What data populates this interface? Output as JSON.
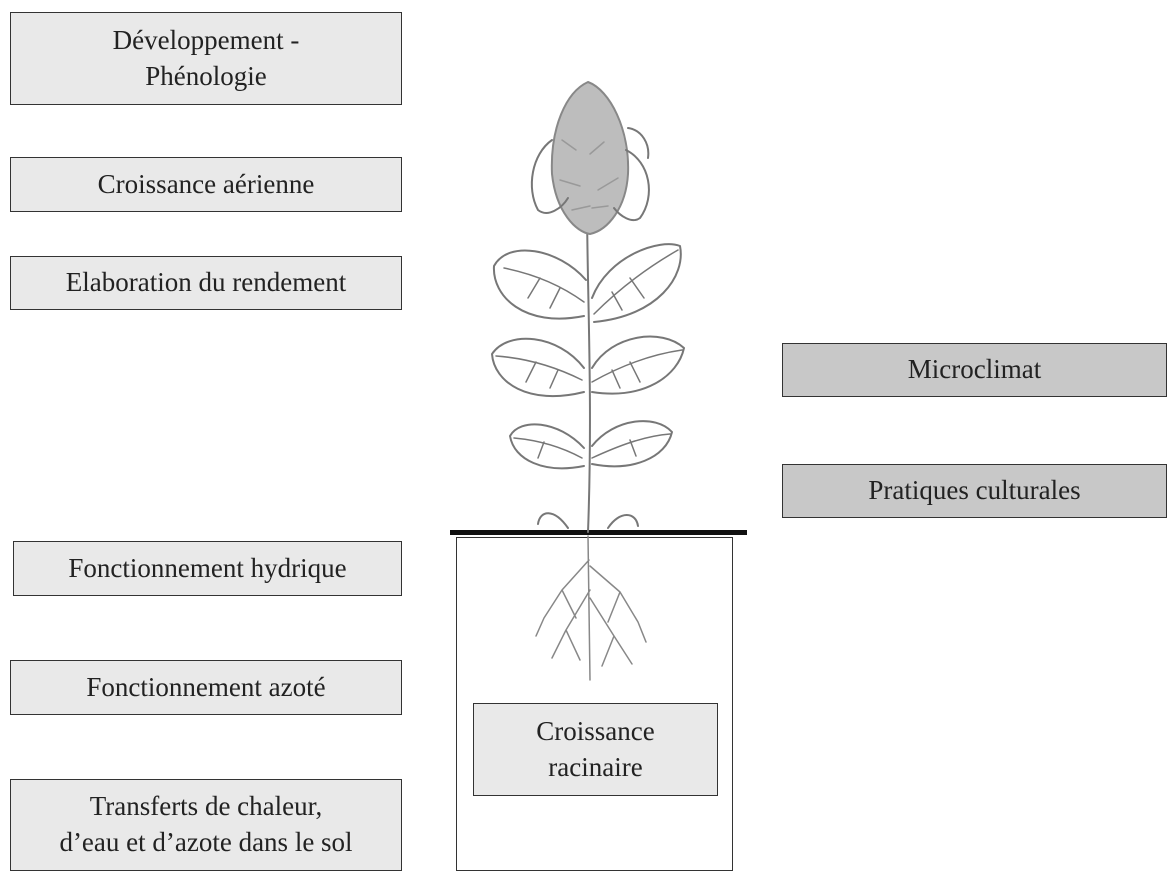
{
  "left_boxes": {
    "development": {
      "line1": "Développement -",
      "line2": "Phénologie"
    },
    "aerial_growth": "Croissance aérienne",
    "yield": "Elaboration du rendement",
    "water": "Fonctionnement hydrique",
    "nitrogen": "Fonctionnement azoté",
    "transfers": {
      "line1": "Transferts de chaleur,",
      "line2": "d’eau et d’azote dans le sol"
    }
  },
  "right_boxes": {
    "microclimate": "Microclimat",
    "practices": "Pratiques culturales"
  },
  "soil": {
    "root_growth": {
      "line1": "Croissance",
      "line2": "racinaire"
    }
  },
  "colors": {
    "light_box": "#e9e9e9",
    "dark_box": "#c8c8c8",
    "border": "#333333"
  }
}
